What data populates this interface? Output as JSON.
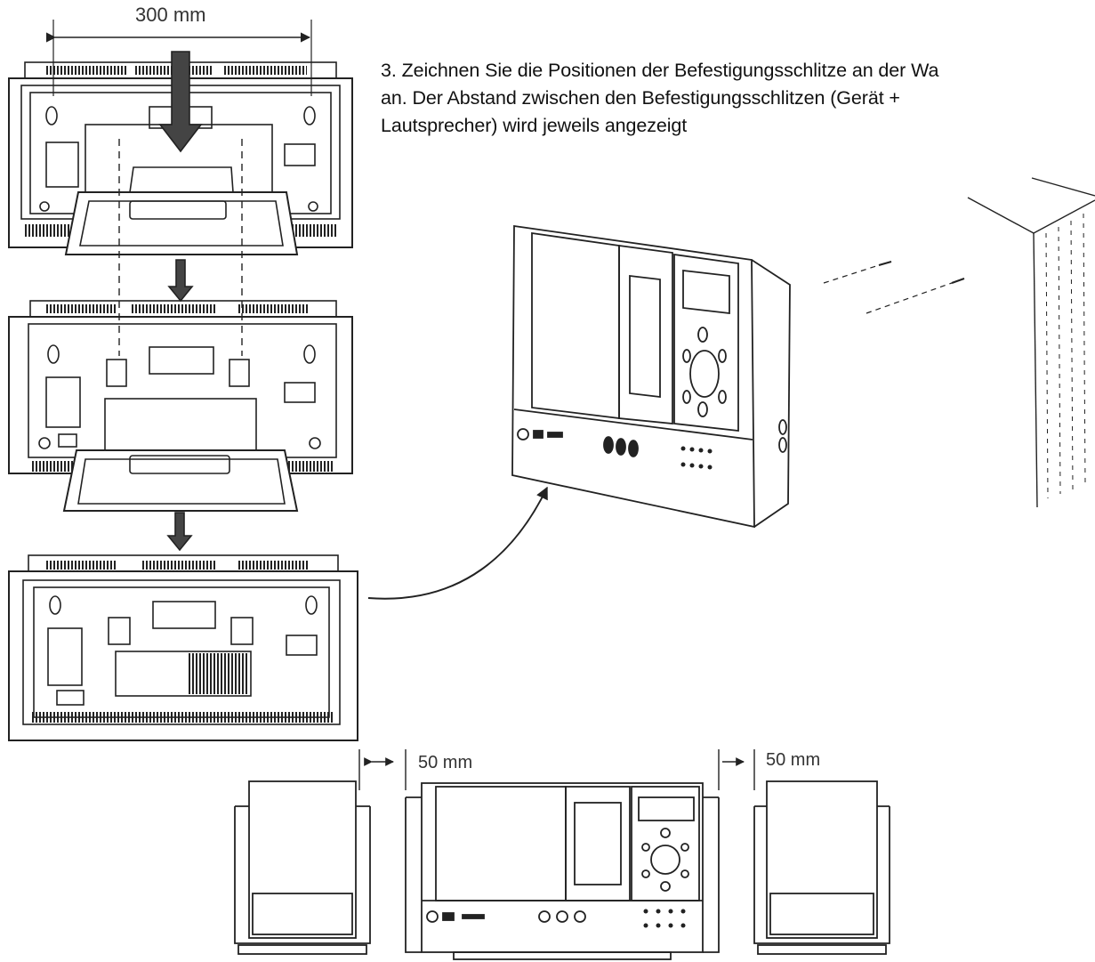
{
  "instruction": {
    "line1": "3. Zeichnen Sie die Positionen der Befestigungsschlitze an der Wa",
    "line2": "an. Der Abstand zwischen den Befestigungsschlitzen (Gerät +",
    "line3": "Lautsprecher) wird jeweils angezeigt"
  },
  "dimensions": {
    "top_width": "300 mm",
    "left_gap": "50 mm",
    "right_gap": "50 mm"
  }
}
